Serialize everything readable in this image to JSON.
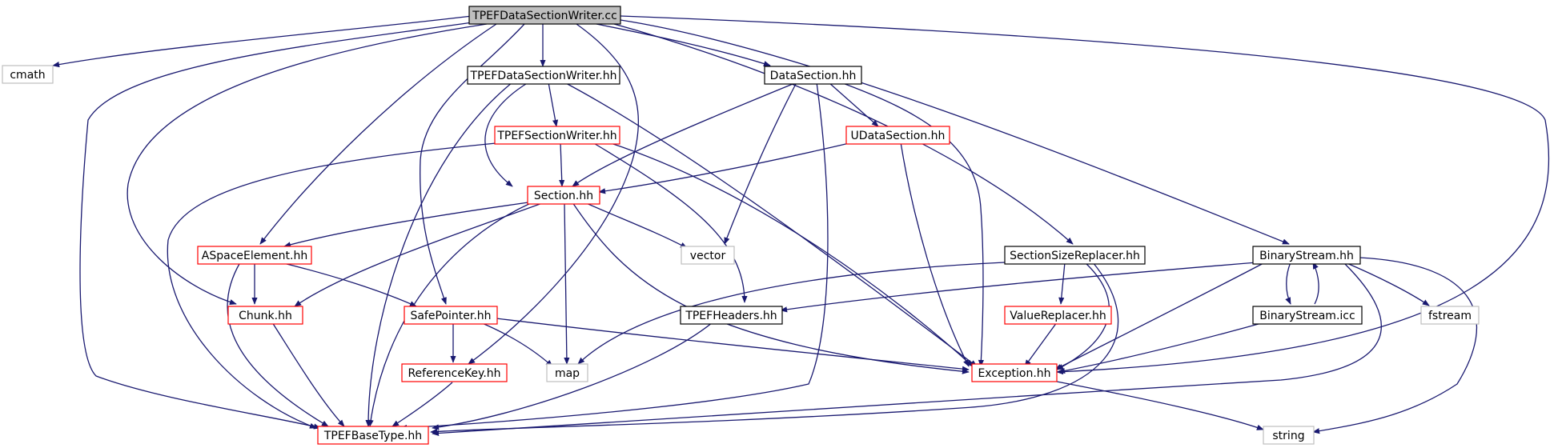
{
  "diagram": {
    "edge_color": "#191970",
    "node_colors": {
      "root_fill": "#bfbfbf",
      "documented_border": "#000000",
      "truncated_border": "#ff0000",
      "external_border": "#bfbfbf"
    },
    "nodes": {
      "root": "TPEFDataSectionWriter.cc",
      "cmath": "cmath",
      "tdsw_hh": "TPEFDataSectionWriter.hh",
      "datasection": "DataSection.hh",
      "tpefsectionwriter": "TPEFSectionWriter.hh",
      "udatasection": "UDataSection.hh",
      "section": "Section.hh",
      "aspace": "ASpaceElement.hh",
      "vector": "vector",
      "ssr": "SectionSizeReplacer.hh",
      "binarystream": "BinaryStream.hh",
      "chunk": "Chunk.hh",
      "safepointer": "SafePointer.hh",
      "tpefheaders": "TPEFHeaders.hh",
      "valuereplacer": "ValueReplacer.hh",
      "binarystream_icc": "BinaryStream.icc",
      "fstream": "fstream",
      "referencekey": "ReferenceKey.hh",
      "map": "map",
      "exception": "Exception.hh",
      "tpefbasetype": "TPEFBaseType.hh",
      "string": "string"
    }
  }
}
